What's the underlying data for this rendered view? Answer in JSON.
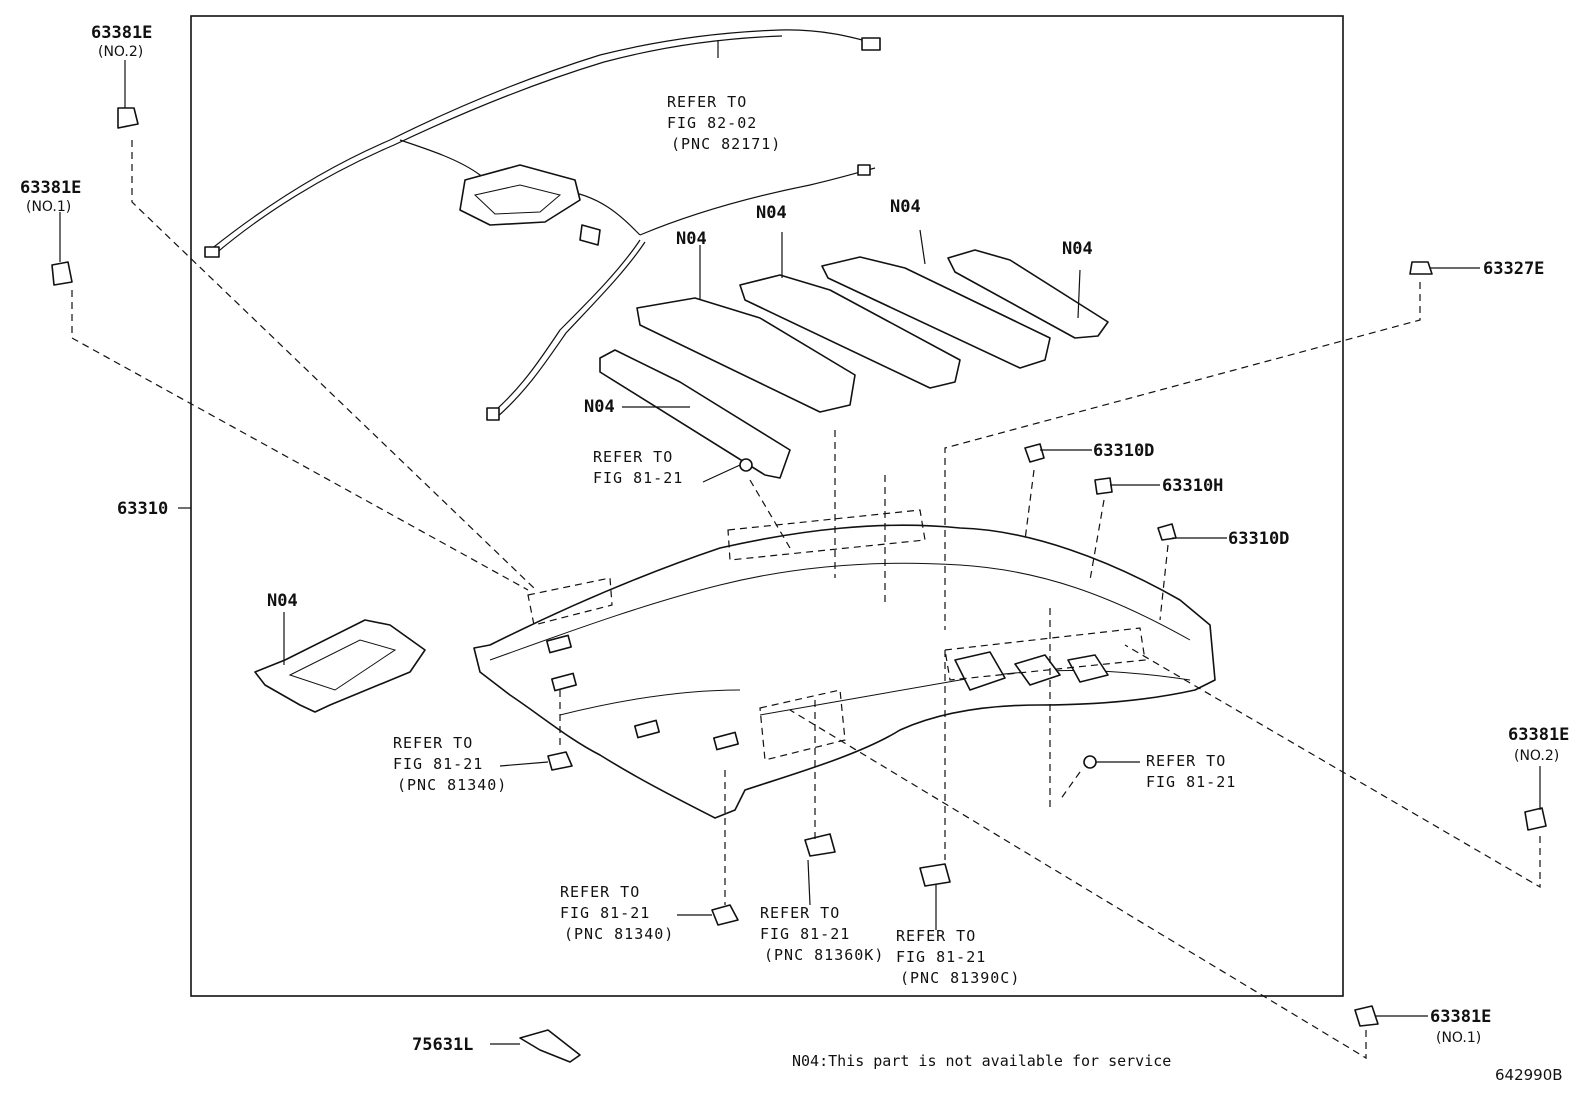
{
  "callouts": {
    "p63381e_top": {
      "code": "63381E",
      "sub": "(NO.2)"
    },
    "p63381e_left": {
      "code": "63381E",
      "sub": "(NO.1)"
    },
    "p63310": {
      "code": "63310"
    },
    "p63327e": {
      "code": "63327E"
    },
    "p63310d_a": {
      "code": "63310D"
    },
    "p63310h": {
      "code": "63310H"
    },
    "p63310d_b": {
      "code": "63310D"
    },
    "p63381e_right": {
      "code": "63381E",
      "sub": "(NO.2)"
    },
    "p63381e_bottom": {
      "code": "63381E",
      "sub": "(NO.1)"
    },
    "p75631l": {
      "code": "75631L"
    }
  },
  "n04_labels": [
    "N04",
    "N04",
    "N04",
    "N04",
    "N04",
    "N04"
  ],
  "refs": {
    "r82_02": {
      "l1": "REFER TO",
      "l2": "FIG 82-02",
      "l3": "(PNC 82171)"
    },
    "r81_21_top": {
      "l1": "REFER TO",
      "l2": "FIG 81-21"
    },
    "r81_21_left": {
      "l1": "REFER TO",
      "l2": "FIG 81-21",
      "l3": "(PNC 81340)"
    },
    "r81_21_bl": {
      "l1": "REFER TO",
      "l2": "FIG 81-21",
      "l3": "(PNC 81340)"
    },
    "r81_21_k": {
      "l1": "REFER TO",
      "l2": "FIG 81-21",
      "l3": "(PNC 81360K)"
    },
    "r81_21_c": {
      "l1": "REFER TO",
      "l2": "FIG 81-21",
      "l3": "(PNC 81390C)"
    },
    "r81_21_right": {
      "l1": "REFER TO",
      "l2": "FIG 81-21"
    }
  },
  "footer": {
    "note": "N04:This part is not available for service",
    "code": "642990B"
  }
}
